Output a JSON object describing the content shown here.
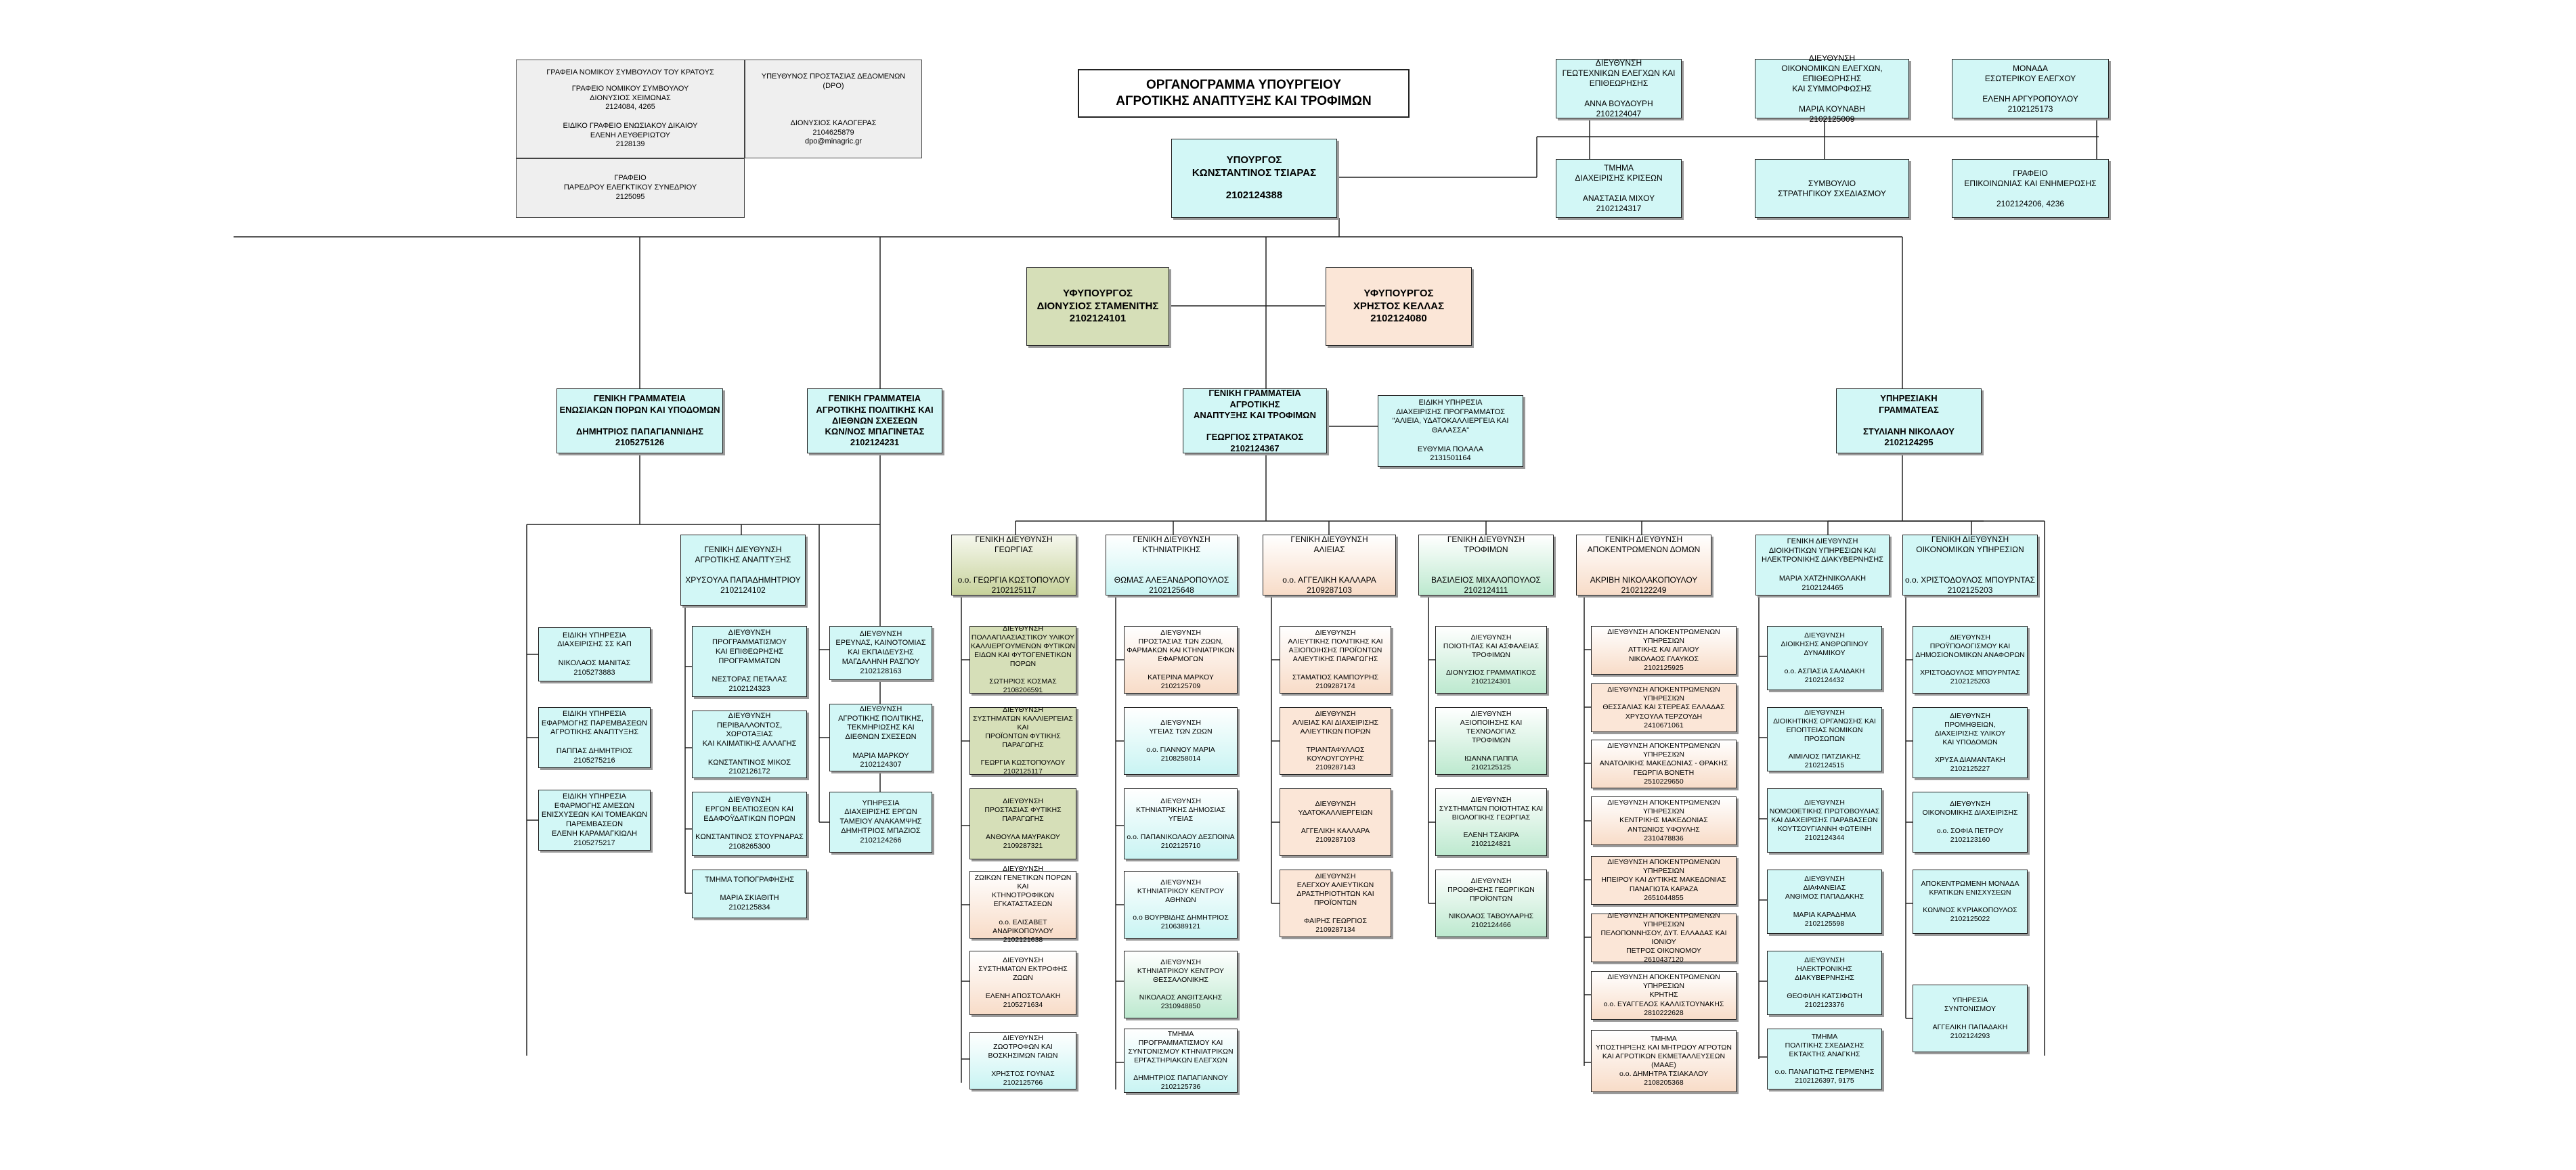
{
  "title": {
    "line1": "ΟΡΓΑΝΟΓΡΑΜΜΑ ΥΠΟΥΡΓΕΙΟΥ",
    "line2": "ΑΓΡΟΤΙΚΗΣ ΑΝΑΠΤΥΞΗΣ ΚΑΙ ΤΡΟΦΙΜΩΝ"
  },
  "colors": {
    "cyan": "#d2f7f6",
    "olive": "#d6dfb8",
    "peach": "#fbe6d7",
    "green": "#bde9cf",
    "gray": "#efefef"
  },
  "staff": {
    "legal": {
      "head": "ΓΡΑΦΕΙΑ ΝΟΜΙΚΟΥ ΣΥΜΒΟΥΛΟΥ ΤΟΥ ΚΡΑΤΟΥΣ",
      "body": "ΓΡΑΦΕΙΟ ΝΟΜΙΚΟΥ ΣΥΜΒΟΥΛΟΥ\nΔΙΟΝΥΣΙΟΣ ΧΕΙΜΩΝΑΣ\n2124084, 4265\n\nΕΙΔΙΚΟ ΓΡΑΦΕΙΟ ΕΝΩΣΙΑΚΟΥ ΔΙΚΑΙΟΥ\nΕΛΕΝΗ ΛΕΥΘΕΡΙΩΤΟΥ\n2128139"
    },
    "dpo": {
      "text": "ΥΠΕΥΘΥΝΟΣ ΠΡΟΣΤΑΣΙΑΣ ΔΕΔΟΜΕΝΩΝ\n(DPO)\n\n\n\nΔΙΟΝΥΣΙΟΣ ΚΑΛΟΓΕΡΑΣ\n2104625879\ndpo@minagric.gr"
    },
    "court": {
      "text": "ΓΡΑΦΕΙΟ\nΠΑΡΕΔΡΟΥ ΕΛΕΓΚΤΙΚΟΥ ΣΥΝΕΔΡΙΟΥ\n2125095"
    }
  },
  "minister": {
    "title": "ΥΠΟΥΡΓΟΣ\nΚΩΝΣΤΑΝΤΙΝΟΣ ΤΣΙΑΡΑΣ",
    "phone": "2102124388"
  },
  "deputy1": {
    "text": "ΥΦΥΠΟΥΡΓΟΣ\nΔΙΟΝΥΣΙΟΣ ΣΤΑΜΕΝΙΤΗΣ\n2102124101"
  },
  "deputy2": {
    "text": "ΥΦΥΠΟΥΡΓΟΣ\nΧΡΗΣΤΟΣ ΚΕΛΛΑΣ\n2102124080"
  },
  "top_right": {
    "geo_audit": {
      "text": "ΔΙΕΥΘΥΝΣΗ\nΓΕΩΤΕΧΝΙΚΩΝ ΕΛΕΓΧΩΝ ΚΑΙ\nΕΠΙΘΕΩΡΗΣΗΣ\n\nΑΝΝΑ ΒΟΥΔΟΥΡΗ\n2102124047"
    },
    "econ_audit": {
      "text": "ΔΙΕΥΘΥΝΣΗ\nΟΙΚΟΝΟΜΙΚΩΝ ΕΛΕΓΧΩΝ, ΕΠΙΘΕΩΡΗΣΗΣ\nΚΑΙ ΣΥΜΜΟΡΦΩΣΗΣ\n\nΜΑΡΙΑ ΚΟΥΝΑΒΗ\n2102125009"
    },
    "internal_audit": {
      "text": "ΜΟΝΑΔΑ\nΕΣΩΤΕΡΙΚΟΥ ΕΛΕΓΧΟΥ\n\nΕΛΕΝΗ ΑΡΓΥΡΟΠΟΥΛΟΥ\n2102125173"
    },
    "crisis": {
      "text": "ΤΜΗΜΑ\nΔΙΑΧΕΙΡΙΣΗΣ ΚΡΙΣΕΩΝ\n\nΑΝΑΣΤΑΣΙΑ ΜΙΧΟΥ\n2102124317"
    },
    "strategic": {
      "text": "ΣΥΜΒΟΥΛΙΟ\nΣΤΡΑΤΗΓΙΚΟΥ ΣΧΕΔΙΑΣΜΟΥ"
    },
    "press": {
      "text": "ΓΡΑΦΕΙΟ\nΕΠΙΚΟΙΝΩΝΙΑΣ ΚΑΙ ΕΝΗΜΕΡΩΣΗΣ\n\n2102124206, 4236"
    }
  },
  "secretariats": {
    "s1": {
      "text": "ΓΕΝΙΚΗ ΓΡΑΜΜΑΤΕΙΑ\nΕΝΩΣΙΑΚΩΝ ΠΟΡΩΝ ΚΑΙ ΥΠΟΔΟΜΩΝ\n\nΔΗΜΗΤΡΙΟΣ ΠΑΠΑΓΙΑΝΝΙΔΗΣ\n2105275126"
    },
    "s2": {
      "text": "ΓΕΝΙΚΗ ΓΡΑΜΜΑΤΕΙΑ\nΑΓΡΟΤΙΚΗΣ ΠΟΛΙΤΙΚΗΣ ΚΑΙ\nΔΙΕΘΝΩΝ ΣΧΕΣΕΩΝ\nΚΩΝ/ΝΟΣ ΜΠΑΓΙΝΕΤΑΣ\n2102124231"
    },
    "s3": {
      "text": "ΓΕΝΙΚΗ ΓΡΑΜΜΑΤΕΙΑ ΑΓΡΟΤΙΚΗΣ\nΑΝΑΠΤΥΞΗΣ ΚΑΙ ΤΡΟΦΙΜΩΝ\n\nΓΕΩΡΓΙΟΣ ΣΤΡΑΤΑΚΟΣ\n2102124367"
    },
    "special": {
      "text": "ΕΙΔΙΚΗ ΥΠΗΡΕΣΙΑ\nΔΙΑΧΕΙΡΙΣΗΣ ΠΡΟΓΡΑΜΜΑΤΟΣ\n\"ΑΛΙΕΙΑ, ΥΔΑΤΟΚΑΛΛΙΕΡΓΕΙΑ ΚΑΙ\nΘΑΛΑΣΣΑ\"\n\nΕΥΘΥΜΙΑ ΠΟΛΑΛΑ\n2131501164"
    },
    "s4": {
      "text": "ΥΠΗΡΕΣΙΑΚΗ\nΓΡΑΜΜΑΤΕΑΣ\n\nΣΤΥΛΙΑΝΗ ΝΙΚΟΛΑΟΥ\n2102124295"
    }
  },
  "directorates": {
    "dev": {
      "text": "ΓΕΝΙΚΗ ΔΙΕΥΘΥΝΣΗ\nΑΓΡΟΤΙΚΗΣ ΑΝΑΠΤΥΞΗΣ\n\nΧΡΥΣΟΥΛΑ ΠΑΠΑΔΗΜΗΤΡΙΟΥ\n2102124102"
    },
    "agr": {
      "text": "ΓΕΝΙΚΗ ΔΙΕΥΘΥΝΣΗ\nΓΕΩΡΓΙΑΣ\n\n\nο.ο. ΓΕΩΡΓΙΑ ΚΩΣΤΟΠΟΥΛΟΥ\n2102125117"
    },
    "vet": {
      "text": "ΓΕΝΙΚΗ ΔΙΕΥΘΥΝΣΗ\nΚΤΗΝΙΑΤΡΙΚΗΣ\n\n\nΘΩΜΑΣ ΑΛΕΞΑΝΔΡΟΠΟΥΛΟΣ\n2102125648"
    },
    "fish": {
      "text": "ΓΕΝΙΚΗ ΔΙΕΥΘΥΝΣΗ\nΑΛΙΕΙΑΣ\n\n\nο.ο. ΑΓΓΕΛΙΚΗ ΚΑΛΛΑΡΑ\n2109287103"
    },
    "food": {
      "text": "ΓΕΝΙΚΗ ΔΙΕΥΘΥΝΣΗ\nΤΡΟΦΙΜΩΝ\n\n\nΒΑΣΙΛΕΙΟΣ ΜΙΧΑΛΟΠΟΥΛΟΣ\n2102124111"
    },
    "decentral": {
      "text": "ΓΕΝΙΚΗ ΔΙΕΥΘΥΝΣΗ\nΑΠΟΚΕΝΤΡΩΜΕΝΩΝ ΔΟΜΩΝ\n\n\nΑΚΡΙΒΗ ΝΙΚΟΛΑΚΟΠΟΥΛΟΥ\n2102122249"
    },
    "admin": {
      "text": "ΓΕΝΙΚΗ ΔΙΕΥΘΥΝΣΗ\nΔΙΟΙΚΗΤΙΚΩΝ ΥΠΗΡΕΣΙΩΝ ΚΑΙ\nΗΛΕΚΤΡΟΝΙΚΗΣ ΔΙΑΚΥΒΕΡΝΗΣΗΣ\n\nΜΑΡΙΑ ΧΑΤΖΗΝΙΚΟΛΑΚΗ\n2102124465"
    },
    "econ": {
      "text": "ΓΕΝΙΚΗ ΔΙΕΥΘΥΝΣΗ\nΟΙΚΟΝΟΜΙΚΩΝ ΥΠΗΡΕΣΙΩΝ\n\n\nο.ο. ΧΡΙΣΤΟΔΟΥΛΟΣ ΜΠΟΥΡΝΤΑΣ\n2102125203"
    }
  },
  "col_s1": [
    "ΕΙΔΙΚΗ ΥΠΗΡΕΣΙΑ\nΔΙΑΧΕΙΡΙΣΗΣ ΣΣ ΚΑΠ\n\nΝΙΚΟΛΑΟΣ ΜΑΝΙΤΑΣ\n2105273883",
    "ΕΙΔΙΚΗ ΥΠΗΡΕΣΙΑ\nΕΦΑΡΜΟΓΗΣ ΠΑΡΕΜΒΑΣΕΩΝ\nΑΓΡΟΤΙΚΗΣ ΑΝΑΠΤΥΞΗΣ\n\nΠΑΠΠΑΣ ΔΗΜΗΤΡΙΟΣ\n2105275216",
    "ΕΙΔΙΚΗ ΥΠΗΡΕΣΙΑ\nΕΦΑΡΜΟΓΗΣ ΑΜΕΣΩΝ\nΕΝΙΣΧΥΣΕΩΝ ΚΑΙ ΤΟΜΕΑΚΩΝ\nΠΑΡΕΜΒΑΣΕΩΝ\nΕΛΕΝΗ ΚΑΡΑΜΑΓΚΙΩΛΗ\n2105275217"
  ],
  "col_dev": [
    "ΔΙΕΥΘΥΝΣΗ\nΠΡΟΓΡΑΜΜΑΤΙΣΜΟΥ\nΚΑΙ ΕΠΙΘΕΩΡΗΣΗΣ\nΠΡΟΓΡΑΜΜΑΤΩΝ\n\nΝΕΣΤΟΡΑΣ ΠΕΤΑΛΑΣ\n2102124323",
    "ΔΙΕΥΘΥΝΣΗ\nΠΕΡΙΒΑΛΛΟΝΤΟΣ,\nΧΩΡΟΤΑΞΙΑΣ\nΚΑΙ ΚΛΙΜΑΤΙΚΗΣ ΑΛΛΑΓΗΣ\n\nΚΩΝΣΤΑΝΤΙΝΟΣ ΜΙΚΟΣ\n2102126172",
    "ΔΙΕΥΘΥΝΣΗ\nΕΡΓΩΝ ΒΕΛΤΙΩΣΕΩΝ ΚΑΙ\nΕΔΑΦΟΫΔΑΤΙΚΩΝ ΠΟΡΩΝ\n\nΚΩΝΣΤΑΝΤΙΝΟΣ ΣΤΟΥΡΝΑΡΑΣ\n2108265300",
    "ΤΜΗΜΑ ΤΟΠΟΓΡΑΦΗΣΗΣ\n\nΜΑΡΙΑ ΣΚΙΑΘΙΤΗ\n2102125834"
  ],
  "col_s2": [
    "ΔΙΕΥΘΥΝΣΗ\nΕΡΕΥΝΑΣ, ΚΑΙΝΟΤΟΜΙΑΣ\nΚΑΙ ΕΚΠΑΙΔΕΥΣΗΣ\nΜΑΓΔΑΛΗΝΗ ΡΑΣΠΟΥ\n2102128163",
    "ΔΙΕΥΘΥΝΣΗ\nΑΓΡΟΤΙΚΗΣ ΠΟΛΙΤΙΚΗΣ,\nΤΕΚΜΗΡΙΩΣΗΣ ΚΑΙ\nΔΙΕΘΝΩΝ ΣΧΕΣΕΩΝ\n\nΜΑΡΙΑ ΜΑΡΚΟΥ\n2102124307",
    "ΥΠΗΡΕΣΙΑ\nΔΙΑΧΕΙΡΙΣΗΣ ΕΡΓΩΝ\nΤΑΜΕΙΟΥ ΑΝΑΚΑΜΨΗΣ\nΔΗΜΗΤΡΙΟΣ ΜΠΑΖΙΟΣ\n2102124266"
  ],
  "col_agr": [
    "ΔΙΕΥΘΥΝΣΗ\nΠΟΛΛΑΠΛΑΣΙΑΣΤΙΚΟΥ ΥΛΙΚΟΥ\nΚΑΛΛΙΕΡΓΟΥΜΕΝΩΝ ΦΥΤΙΚΩΝ\nΕΙΔΩΝ ΚΑΙ ΦΥΤΟΓΕΝΕΤΙΚΩΝ\nΠΟΡΩΝ\n\nΣΩΤΗΡΙΟΣ ΚΟΣΜΑΣ\n2108206591",
    "ΔΙΕΥΘΥΝΣΗ\nΣΥΣΤΗΜΑΤΩΝ ΚΑΛΛΙΕΡΓΕΙΑΣ ΚΑΙ\nΠΡΟΪΟΝΤΩΝ ΦΥΤΙΚΗΣ ΠΑΡΑΓΩΓΗΣ\n\nΓΕΩΡΓΙΑ ΚΩΣΤΟΠΟΥΛΟΥ\n2102125117",
    "ΔΙΕΥΘΥΝΣΗ\nΠΡΟΣΤΑΣΙΑΣ ΦΥΤΙΚΗΣ\nΠΑΡΑΓΩΓΗΣ\n\nΑΝΘΟΥΛΑ ΜΑΥΡΑΚΟΥ\n2109287321",
    "ΔΙΕΥΘΥΝΣΗ\nΖΩΙΚΩΝ ΓΕΝΕΤΙΚΩΝ ΠΟΡΩΝ ΚΑΙ\nΚΤΗΝΟΤΡΟΦΙΚΩΝ\nΕΓΚΑΤΑΣΤΑΣΕΩΝ\n\nο.ο. ΕΛΙΣΑΒΕΤ ΑΝΔΡΙΚΟΠΟΥΛΟΥ\n2102121638",
    "ΔΙΕΥΘΥΝΣΗ\nΣΥΣΤΗΜΑΤΩΝ ΕΚΤΡΟΦΗΣ ΖΩΩΝ\n\nΕΛΕΝΗ ΑΠΟΣΤΟΛΑΚΗ\n2105271634",
    "ΔΙΕΥΘΥΝΣΗ\nΖΩΟΤΡΟΦΩΝ ΚΑΙ\nΒΟΣΚΗΣΙΜΩΝ ΓΑΙΩΝ\n\nΧΡΗΣΤΟΣ ΓΟΥΝΑΣ\n2102125766"
  ],
  "col_vet": [
    "ΔΙΕΥΘΥΝΣΗ\nΠΡΟΣΤΑΣΙΑΣ ΤΩΝ ΖΩΩΝ,\nΦΑΡΜΑΚΩΝ ΚΑΙ ΚΤΗΝΙΑΤΡΙΚΩΝ\nΕΦΑΡΜΟΓΩΝ\n\nΚΑΤΕΡΙΝΑ ΜΑΡΚΟΥ\n2102125709",
    "ΔΙΕΥΘΥΝΣΗ\nΥΓΕΙΑΣ ΤΩΝ ΖΩΩΝ\n\nο.ο. ΓΙΑΝΝΟΥ ΜΑΡΙΑ\n2108258014",
    "ΔΙΕΥΘΥΝΣΗ\nΚΤΗΝΙΑΤΡΙΚΗΣ ΔΗΜΟΣΙΑΣ ΥΓΕΙΑΣ\n\nο.ο. ΠΑΠΑΝΙΚΟΛΑΟΥ ΔΕΣΠΟΙΝΑ\n2102125710",
    "ΔΙΕΥΘΥΝΣΗ\nΚΤΗΝΙΑΤΡΙΚΟΥ ΚΕΝΤΡΟΥ\nΑΘΗΝΩΝ\n\nο.ο ΒΟΥΡΒΙΔΗΣ ΔΗΜΗΤΡΙΟΣ\n2106389121",
    "ΔΙΕΥΘΥΝΣΗ\nΚΤΗΝΙΑΤΡΙΚΟΥ ΚΕΝΤΡΟΥ\nΘΕΣΣΑΛΟΝΙΚΗΣ\n\nΝΙΚΟΛΑΟΣ ΑΝΘΙΤΣΑΚΗΣ\n2310948850",
    "ΤΜΗΜΑ\nΠΡΟΓΡΑΜΜΑΤΙΣΜΟΥ ΚΑΙ\nΣΥΝΤΟΝΙΣΜΟΥ ΚΤΗΝΙΑΤΡΙΚΩΝ\nΕΡΓΑΣΤΗΡΙΑΚΩΝ ΕΛΕΓΧΩΝ\n\nΔΗΜΗΤΡΙΟΣ ΠΑΠΑΓΙΑΝΝΟΥ\n2102125736"
  ],
  "col_fish": [
    "ΔΙΕΥΘΥΝΣΗ\nΑΛΙΕΥΤΙΚΗΣ ΠΟΛΙΤΙΚΗΣ ΚΑΙ\nΑΞΙΟΠΟΙΗΣΗΣ ΠΡΟΪΟΝΤΩΝ\nΑΛΙΕΥΤΙΚΗΣ ΠΑΡΑΓΩΓΗΣ\n\nΣΤΑΜΑΤΙΟΣ ΚΑΜΠΟΥΡΗΣ\n2109287174",
    "ΔΙΕΥΘΥΝΣΗ\nΑΛΙΕΙΑΣ ΚΑΙ ΔΙΑΧΕΙΡΙΣΗΣ\nΑΛΙΕΥΤΙΚΩΝ ΠΟΡΩΝ\n\nΤΡΙΑΝΤΑΦΥΛΛΟΣ ΚΟΥΛΟΥΓΟΥΡΗΣ\n2109287143",
    "ΔΙΕΥΘΥΝΣΗ\nΥΔΑΤΟΚΑΛΛΙΕΡΓΕΙΩΝ\n\nΑΓΓΕΛΙΚΗ ΚΑΛΛΑΡΑ\n2109287103",
    "ΔΙΕΥΘΥΝΣΗ\nΕΛΕΓΧΟΥ ΑΛΙΕΥΤΙΚΩΝ\nΔΡΑΣΤΗΡΙΟΤΗΤΩΝ ΚΑΙ\nΠΡΟΪΟΝΤΩΝ\n\nΦΑΙΡΗΣ ΓΕΩΡΓΙΟΣ\n2109287134"
  ],
  "col_food": [
    "ΔΙΕΥΘΥΝΣΗ\nΠΟΙΟΤΗΤΑΣ ΚΑΙ ΑΣΦΑΛΕΙΑΣ\nΤΡΟΦΙΜΩΝ\n\nΔΙΟΝΥΣΙΟΣ ΓΡΑΜΜΑΤΙΚΟΣ\n2102124301",
    "ΔΙΕΥΘΥΝΣΗ\nΑΞΙΟΠΟΙΗΣΗΣ ΚΑΙ ΤΕΧΝΟΛΟΓΙΑΣ\nΤΡΟΦΙΜΩΝ\n\nΙΩΑΝΝΑ ΠΑΠΠΑ\n2102125125",
    "ΔΙΕΥΘΥΝΣΗ\nΣΥΣΤΗΜΑΤΩΝ ΠΟΙΟΤΗΤΑΣ ΚΑΙ\nΒΙΟΛΟΓΙΚΗΣ ΓΕΩΡΓΙΑΣ\n\nΕΛΕΝΗ ΤΣΑΚΙΡΑ\n2102124821",
    "ΔΙΕΥΘΥΝΣΗ\nΠΡΟΩΘΗΣΗΣ ΓΕΩΡΓΙΚΩΝ\nΠΡΟΪΟΝΤΩΝ\n\nΝΙΚΟΛΑΟΣ ΤΑΒΟΥΛΑΡΗΣ\n2102124466"
  ],
  "col_dec": [
    "ΔΙΕΥΘΥΝΣΗ ΑΠΟΚΕΝΤΡΩΜΕΝΩΝ\nΥΠΗΡΕΣΙΩΝ\nΑΤΤΙΚΗΣ ΚΑΙ ΑΙΓΑΙΟΥ\nΝΙΚΟΛΑΟΣ ΓΛΑΥΚΟΣ\n2102125925",
    "ΔΙΕΥΘΥΝΣΗ ΑΠΟΚΕΝΤΡΩΜΕΝΩΝ\nΥΠΗΡΕΣΙΩΝ\nΘΕΣΣΑΛΙΑΣ ΚΑΙ ΣΤΕΡΕΑΣ ΕΛΛΑΔΑΣ\nΧΡΥΣΟΥΛΑ ΤΕΡΖΟΥΔΗ\n2410671061",
    "ΔΙΕΥΘΥΝΣΗ ΑΠΟΚΕΝΤΡΩΜΕΝΩΝ\nΥΠΗΡΕΣΙΩΝ\nΑΝΑΤΟΛΙΚΗΣ ΜΑΚΕΔΟΝΙΑΣ - ΘΡΑΚΗΣ\nΓΕΩΡΓΙΑ ΒΟΝΕΤΗ\n2510229650",
    "ΔΙΕΥΘΥΝΣΗ ΑΠΟΚΕΝΤΡΩΜΕΝΩΝ\nΥΠΗΡΕΣΙΩΝ\nΚΕΝΤΡΙΚΗΣ ΜΑΚΕΔΟΝΙΑΣ\nΑΝΤΩΝΙΟΣ ΥΦΟΥΛΗΣ\n2310478836",
    "ΔΙΕΥΘΥΝΣΗ ΑΠΟΚΕΝΤΡΩΜΕΝΩΝ\nΥΠΗΡΕΣΙΩΝ\nΗΠΕΙΡΟΥ ΚΑΙ ΔΥΤΙΚΗΣ ΜΑΚΕΔΟΝΙΑΣ\nΠΑΝΑΓΙΩΤΑ ΚΑΡΑΖΑ\n2651044855",
    "ΔΙΕΥΘΥΝΣΗ ΑΠΟΚΕΝΤΡΩΜΕΝΩΝ\nΥΠΗΡΕΣΙΩΝ\nΠΕΛΟΠΟΝΝΗΣΟΥ, ΔΥΤ. ΕΛΛΑΔΑΣ ΚΑΙ ΙΟΝΙΟΥ\nΠΕΤΡΟΣ ΟΙΚΟΝΟΜΟΥ\n2610437120",
    "ΔΙΕΥΘΥΝΣΗ ΑΠΟΚΕΝΤΡΩΜΕΝΩΝ\nΥΠΗΡΕΣΙΩΝ\nΚΡΗΤΗΣ\nο.ο. ΕΥΑΓΓΕΛΟΣ ΚΑΛΛΙΣΤΟΥΝΑΚΗΣ\n2810222628",
    "ΤΜΗΜΑ\nΥΠΟΣΤΗΡΙΞΗΣ ΚΑΙ ΜΗΤΡΩΟΥ ΑΓΡΟΤΩΝ\nΚΑΙ ΑΓΡΟΤΙΚΩΝ ΕΚΜΕΤΑΛΛΕΥΣΕΩΝ\n(ΜΑΑΕ)\nο.ο. ΔΗΜΗΤΡΑ ΤΣΙΑΚΑΛΟΥ\n2108205368"
  ],
  "col_admin": [
    "ΔΙΕΥΘΥΝΣΗ\nΔΙΟΙΚΗΣΗΣ ΑΝΘΡΩΠΙΝΟΥ\nΔΥΝΑΜΙΚΟΥ\n\nο.ο. ΑΣΠΑΣΙΑ ΣΑΛΙΔΑΚΗ\n2102124432",
    "ΔΙΕΥΘΥΝΣΗ\nΔΙΟΙΚΗΤΙΚΗΣ ΟΡΓΑΝΩΣΗΣ ΚΑΙ\nΕΠΟΠΤΕΙΑΣ ΝΟΜΙΚΩΝ ΠΡΟΣΩΠΩΝ\n\nΑΙΜΙΛΙΟΣ ΠΑΤΖΙΑΚΗΣ\n2102124515",
    "ΔΙΕΥΘΥΝΣΗ\nΝΟΜΟΘΕΤΙΚΗΣ ΠΡΩΤΟΒΟΥΛΙΑΣ\nΚΑΙ ΔΙΑΧΕΙΡΙΣΗΣ ΠΑΡΑΒΑΣΕΩΝ\nΚΟΥΤΣΟΥΓΙΑΝΝΗ ΦΩΤΕΙΝΗ\n2102124344",
    "ΔΙΕΥΘΥΝΣΗ\nΔΙΑΦΑΝΕΙΑΣ\nΑΝΘΙΜΟΣ ΠΑΠΑΔΑΚΗΣ\n\nΜΑΡΙΑ ΚΑΡΑΔΗΜΑ\n2102125598",
    "ΔΙΕΥΘΥΝΣΗ\nΗΛΕΚΤΡΟΝΙΚΗΣ ΔΙΑΚΥΒΕΡΝΗΣΗΣ\n\nΘΕΟΦΙΛΗ ΚΑΤΣΙΦΩΤΗ\n2102123376",
    "ΤΜΗΜΑ\nΠΟΛΙΤΙΚΗΣ ΣΧΕΔΙΑΣΗΣ\nΕΚΤΑΚΤΗΣ ΑΝΑΓΚΗΣ\n\nο.ο. ΠΑΝΑΓΙΩΤΗΣ ΓΕΡΜΕΝΗΣ\n2102126397, 9175"
  ],
  "col_econ": [
    "ΔΙΕΥΘΥΝΣΗ\nΠΡΟΫΠΟΛΟΓΙΣΜΟΥ ΚΑΙ\nΔΗΜΟΣΙΟΝΟΜΙΚΩΝ ΑΝΑΦΟΡΩΝ\n\nΧΡΙΣΤΟΔΟΥΛΟΣ ΜΠΟΥΡΝΤΑΣ\n2102125203",
    "ΔΙΕΥΘΥΝΣΗ\nΠΡΟΜΗΘΕΙΩΝ,\nΔΙΑΧΕΙΡΙΣΗΣ ΥΛΙΚΟΥ\nΚΑΙ ΥΠΟΔΟΜΩΝ\n\nΧΡΥΣΑ ΔΙΑΜΑΝΤΑΚΗ\n2102125227",
    "ΔΙΕΥΘΥΝΣΗ\nΟΙΚΟΝΟΜΙΚΗΣ ΔΙΑΧΕΙΡΙΣΗΣ\n\nο.ο. ΣΟΦΙΑ ΠΕΤΡΟΥ\n2102123160",
    "ΑΠΟΚΕΝΤΡΩΜΕΝΗ ΜΟΝΑΔΑ\nΚΡΑΤΙΚΩΝ ΕΝΙΣΧΥΣΕΩΝ\n\nΚΩΝ/ΝΟΣ ΚΥΡΙΑΚΟΠΟΥΛΟΣ\n2102125022",
    "ΥΠΗΡΕΣΙΑ\nΣΥΝΤΟΝΙΣΜΟΥ\n\nΑΓΓΕΛΙΚΗ ΠΑΠΑΔΑΚΗ\n2102124293"
  ]
}
